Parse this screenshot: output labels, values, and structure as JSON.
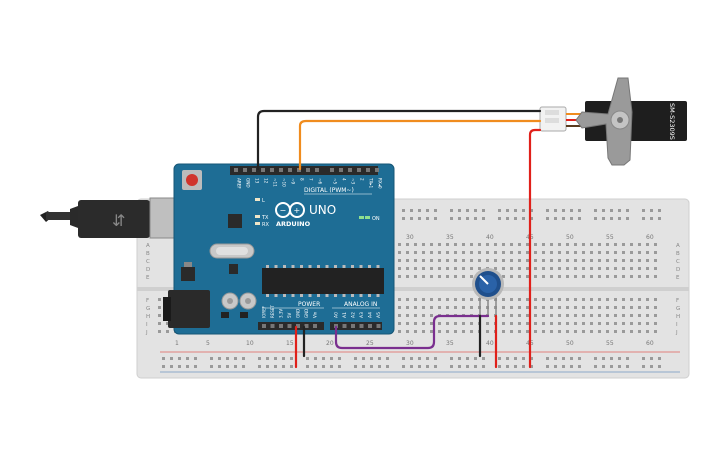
{
  "arduino": {
    "brand": "ARDUINO",
    "model": "UNO",
    "digital_label": "DIGITAL (PWM~)",
    "power_label": "POWER",
    "analog_label": "ANALOG IN",
    "on_label": "ON",
    "l_label": "L",
    "tx_label": "TX",
    "rx_label": "RX",
    "top_pins": [
      "AREF",
      "GND",
      "13",
      "12",
      "~11",
      "~10",
      "~9",
      "8",
      "7",
      "~6",
      "~5",
      "4",
      "~3",
      "2",
      "TX▸1",
      "RX◂0"
    ],
    "power_pins": [
      "IOREF",
      "RESET",
      "3.3V",
      "5V",
      "GND",
      "GND",
      "Vin"
    ],
    "analog_pins": [
      "A0",
      "A1",
      "A2",
      "A3",
      "A4",
      "A5"
    ]
  },
  "servo": {
    "label": "SM-S2309S"
  },
  "breadboard": {
    "column_numbers": [
      "1",
      "5",
      "10",
      "15",
      "20",
      "25",
      "30",
      "35",
      "40",
      "45",
      "50",
      "55",
      "60"
    ],
    "top_numbers": [
      "30",
      "35",
      "40",
      "45",
      "50",
      "55",
      "60"
    ],
    "row_letters_top": [
      "A",
      "B",
      "C",
      "D",
      "E"
    ],
    "row_letters_bottom": [
      "F",
      "G",
      "H",
      "I",
      "J"
    ]
  },
  "colors": {
    "board": "#1e6d95",
    "breadboard": "#e3e3e3",
    "wire_black": "#222222",
    "wire_orange": "#f08c1e",
    "wire_red": "#e0201a",
    "wire_purple": "#7a2f8f",
    "servo_body": "#1e1e1e",
    "pot_knob": "#1f4f8c"
  }
}
